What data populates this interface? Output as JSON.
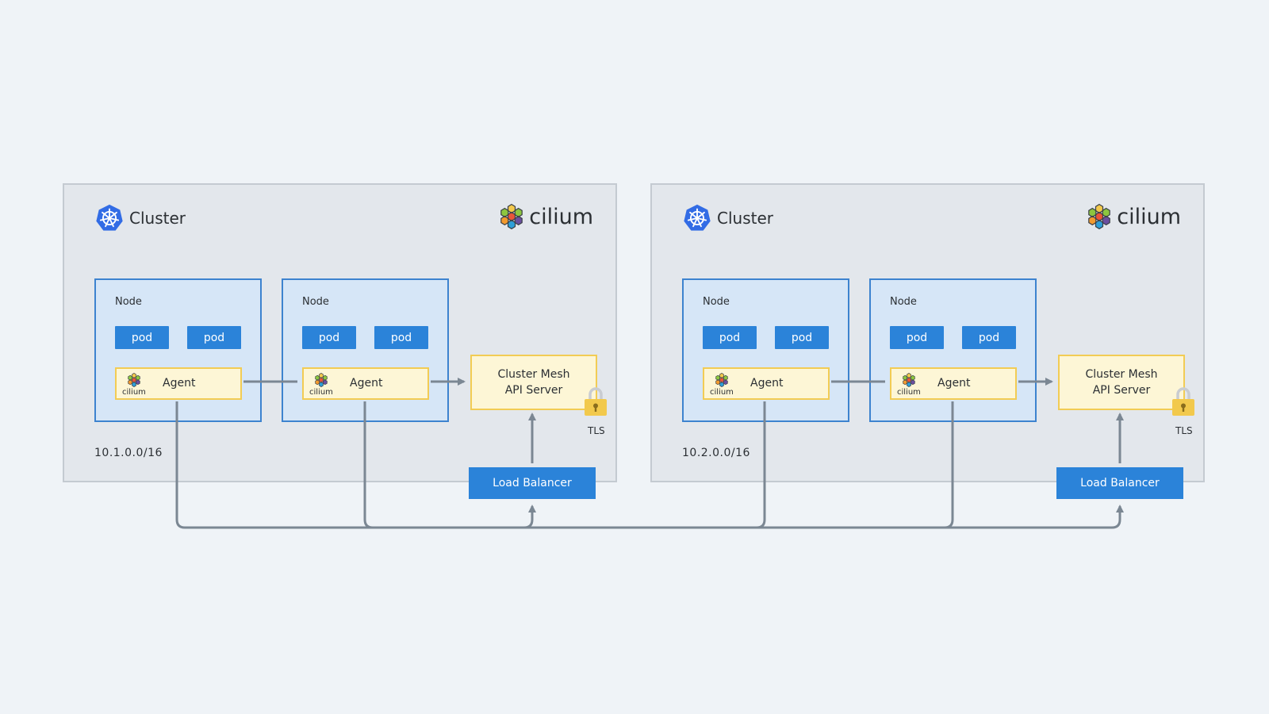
{
  "clusters": [
    {
      "title": "Cluster",
      "brand": "cilium",
      "subnet": "10.1.0.0/16",
      "nodes": [
        {
          "label": "Node",
          "pods": [
            "pod",
            "pod"
          ],
          "agent": {
            "logo_text": "cilium",
            "label": "Agent"
          }
        },
        {
          "label": "Node",
          "pods": [
            "pod",
            "pod"
          ],
          "agent": {
            "logo_text": "cilium",
            "label": "Agent"
          }
        }
      ],
      "api_server": {
        "line1": "Cluster Mesh",
        "line2": "API Server"
      },
      "tls": "TLS",
      "load_balancer": "Load Balancer"
    },
    {
      "title": "Cluster",
      "brand": "cilium",
      "subnet": "10.2.0.0/16",
      "nodes": [
        {
          "label": "Node",
          "pods": [
            "pod",
            "pod"
          ],
          "agent": {
            "logo_text": "cilium",
            "label": "Agent"
          }
        },
        {
          "label": "Node",
          "pods": [
            "pod",
            "pod"
          ],
          "agent": {
            "logo_text": "cilium",
            "label": "Agent"
          }
        }
      ],
      "api_server": {
        "line1": "Cluster Mesh",
        "line2": "API Server"
      },
      "tls": "TLS",
      "load_balancer": "Load Balancer"
    }
  ],
  "icons": {
    "cluster": "kubernetes-helm-icon",
    "brand": "cilium-hexagon-icon",
    "lock": "padlock-icon"
  },
  "colors": {
    "background": "#eff3f7",
    "cluster_fill": "#e3e7ec",
    "node_fill": "#d6e6f7",
    "node_border": "#3d83cf",
    "pod_fill": "#2b83d9",
    "agent_fill": "#fdf6d6",
    "agent_border": "#f2cc54",
    "wire": "#7b8793",
    "lock": "#f2c94c"
  }
}
